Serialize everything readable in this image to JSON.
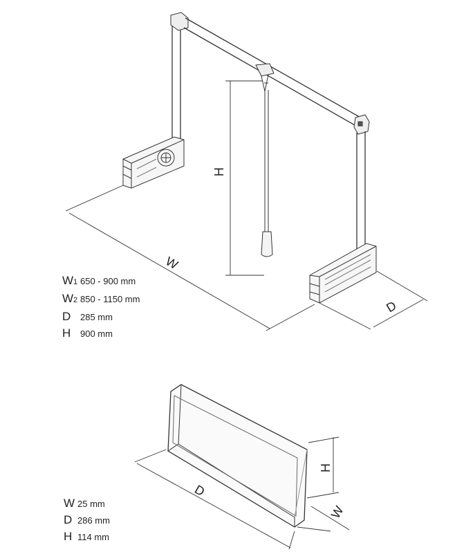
{
  "product_view": {
    "dimension_labels": {
      "height": "H",
      "width": "W",
      "depth": "D"
    },
    "specs": [
      {
        "key": "W",
        "sub": "1",
        "value": "650 - 900 mm"
      },
      {
        "key": "W",
        "sub": "2",
        "value": "850 - 1150 mm"
      },
      {
        "key": "D",
        "sub": "",
        "value": "285 mm"
      },
      {
        "key": "H",
        "sub": "",
        "value": "900 mm"
      }
    ]
  },
  "cover_view": {
    "dimension_labels": {
      "height": "H",
      "width": "W",
      "depth": "D"
    },
    "specs": [
      {
        "key": "W",
        "value": "25 mm"
      },
      {
        "key": "D",
        "value": "286 mm"
      },
      {
        "key": "H",
        "value": "114 mm"
      }
    ]
  }
}
